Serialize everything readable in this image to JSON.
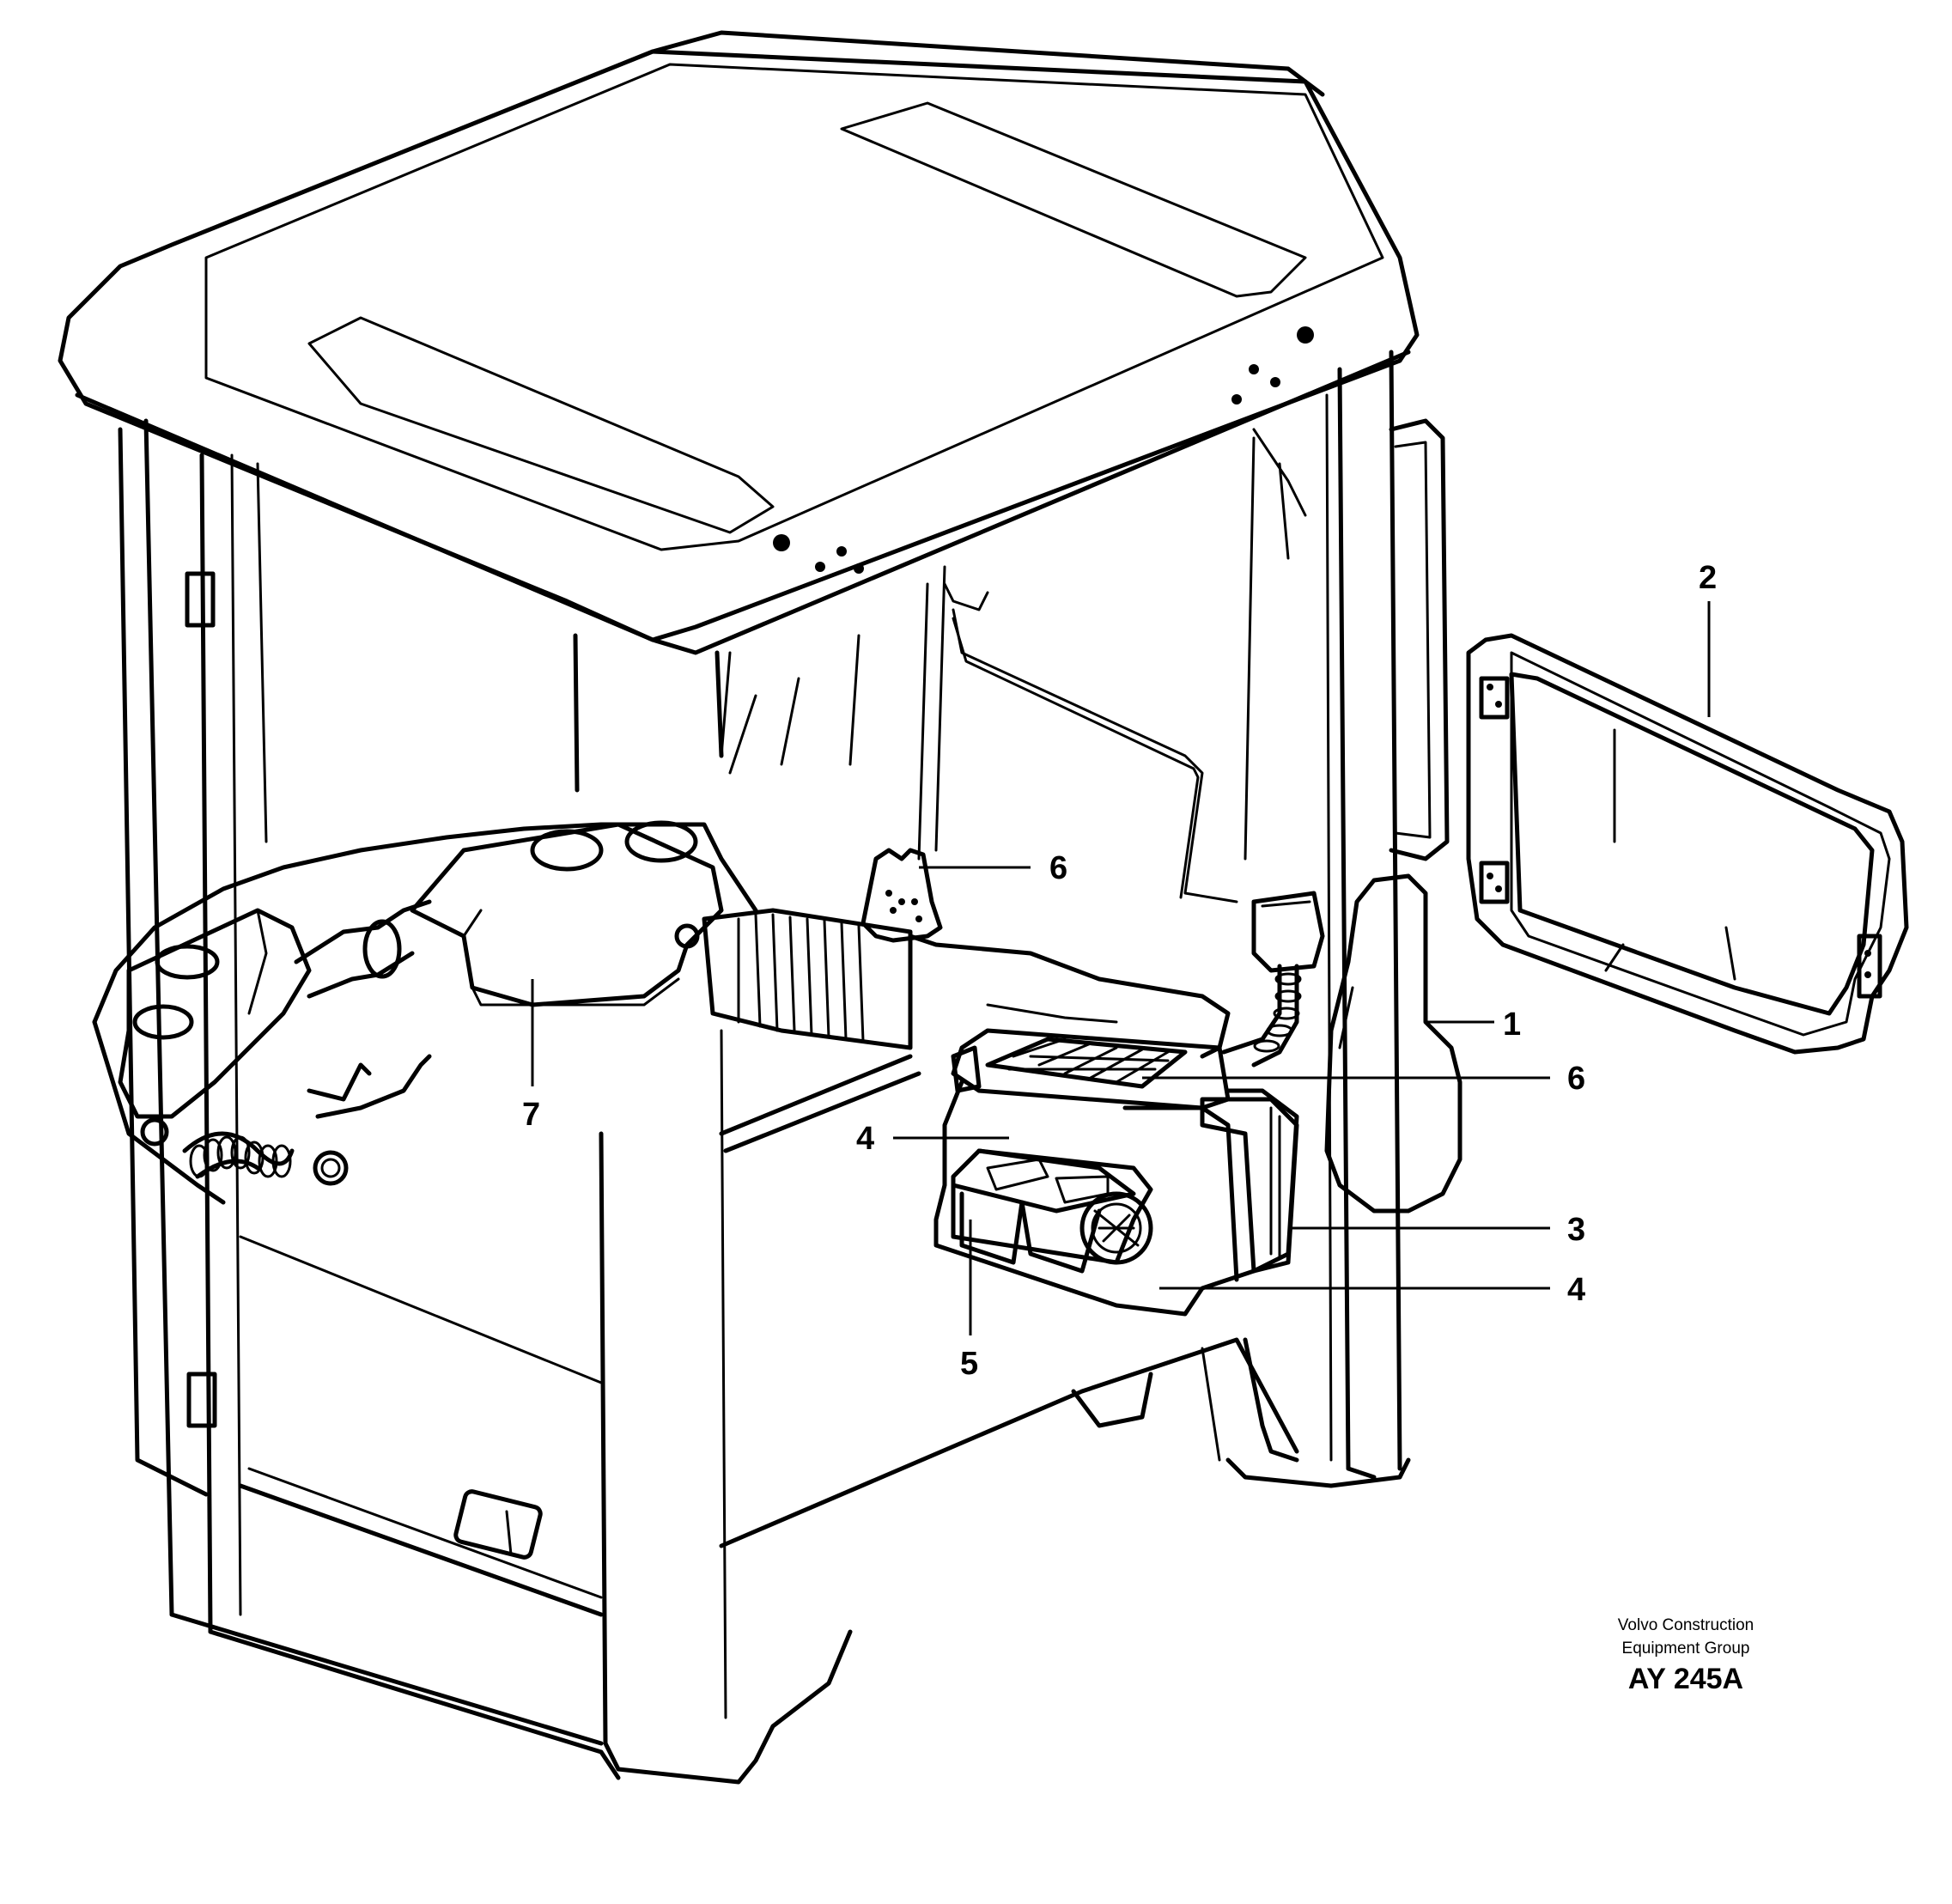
{
  "callouts": [
    {
      "label": "1"
    },
    {
      "label": "2"
    },
    {
      "label": "3"
    },
    {
      "label": "4"
    },
    {
      "label": "4"
    },
    {
      "label": "5"
    },
    {
      "label": "6"
    },
    {
      "label": "6"
    },
    {
      "label": "7"
    }
  ],
  "credit": {
    "line1": "Volvo Construction",
    "line2": "Equipment Group",
    "code": "AY 245A"
  }
}
